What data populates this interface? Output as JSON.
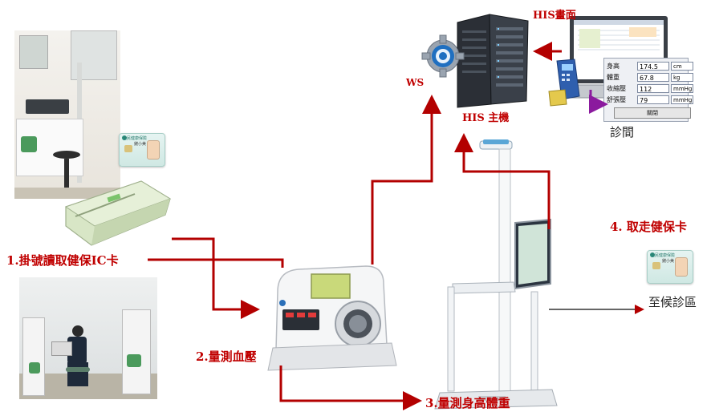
{
  "labels": {
    "step1": "1.掛號讀取健保IC卡",
    "step2": "2.量測血壓",
    "step3": "3.量測身高體重",
    "step4": "4. 取走健保卡",
    "ws": "WS",
    "his_host": "HIS 主機",
    "his_screen": "HIS畫面",
    "clinic": "診間",
    "waiting": "至候診區"
  },
  "his_panel": {
    "rows": [
      {
        "key": "身高",
        "value": "174.5",
        "unit": "cm"
      },
      {
        "key": "體重",
        "value": "67.8",
        "unit": "kg"
      },
      {
        "key": "收縮壓",
        "value": "112",
        "unit": "mmHg"
      },
      {
        "key": "舒張壓",
        "value": "79",
        "unit": "mmHg"
      }
    ],
    "close_label": "關閉"
  },
  "card": {
    "name": "錢小美"
  },
  "colors": {
    "arrow": "#b30000",
    "purple_arrow": "#8b1a9e",
    "label_red": "#c00000"
  },
  "icons": [
    "server-rack-icon",
    "gear-icon",
    "laptop-icon",
    "card-reader-icon",
    "health-ic-card-icon",
    "blood-pressure-monitor-icon",
    "height-weight-scale-icon"
  ]
}
